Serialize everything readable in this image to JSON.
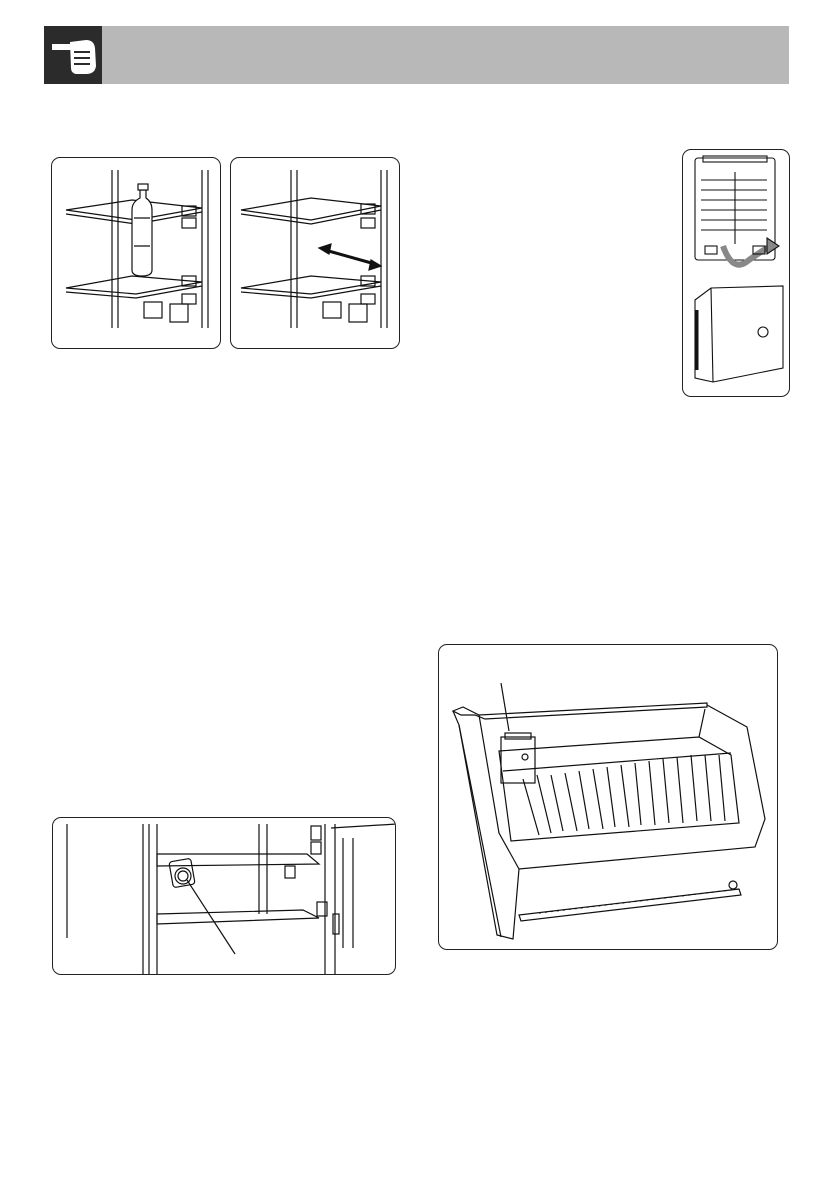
{
  "header": {
    "icon": "pointing-hand-icon",
    "colors": {
      "bar": "#b8b8b8",
      "icon_bg": "#2b2b2b"
    }
  },
  "figures": {
    "shelf_with_bottle": {
      "icon": "shelf-bottle-illustration"
    },
    "shelf_slide": {
      "icon": "shelf-slide-illustration"
    },
    "filter_flip": {
      "icon": "filter-cover-illustration"
    },
    "interior_light": {
      "icon": "interior-light-illustration"
    },
    "drawer": {
      "icon": "crisper-drawer-illustration"
    }
  }
}
